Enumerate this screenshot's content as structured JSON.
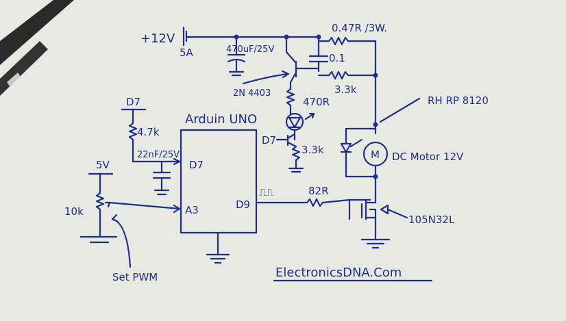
{
  "labels": {
    "supply": "+12V",
    "supply_current": "5A",
    "cap_470": "470uF/25V",
    "cap_01": "0.1",
    "r_047": "0.47R /3W.",
    "r_33k_top": "3.3k",
    "transistor": "2N 4403",
    "r_470": "470R",
    "relay": "RH RP 8120",
    "d7_top": "D7",
    "r_47k": "4.7k",
    "cap_22": "22nF/25V",
    "arduino_title": "Arduin UNO",
    "pin_d7": "D7",
    "pin_a3": "A3",
    "pin_d9": "D9",
    "d7_mid": "D7",
    "r_33k_mid": "3.3k",
    "motor_symbol": "M",
    "motor": "DC Motor 12V",
    "v5": "5V",
    "pot": "10k",
    "pwm_symbol": "⎍⎍",
    "r_82": "82R",
    "mosfet": "105N32L",
    "set_pwm": "Set PWM",
    "watermark": "ElectronicsDNA.Com"
  }
}
